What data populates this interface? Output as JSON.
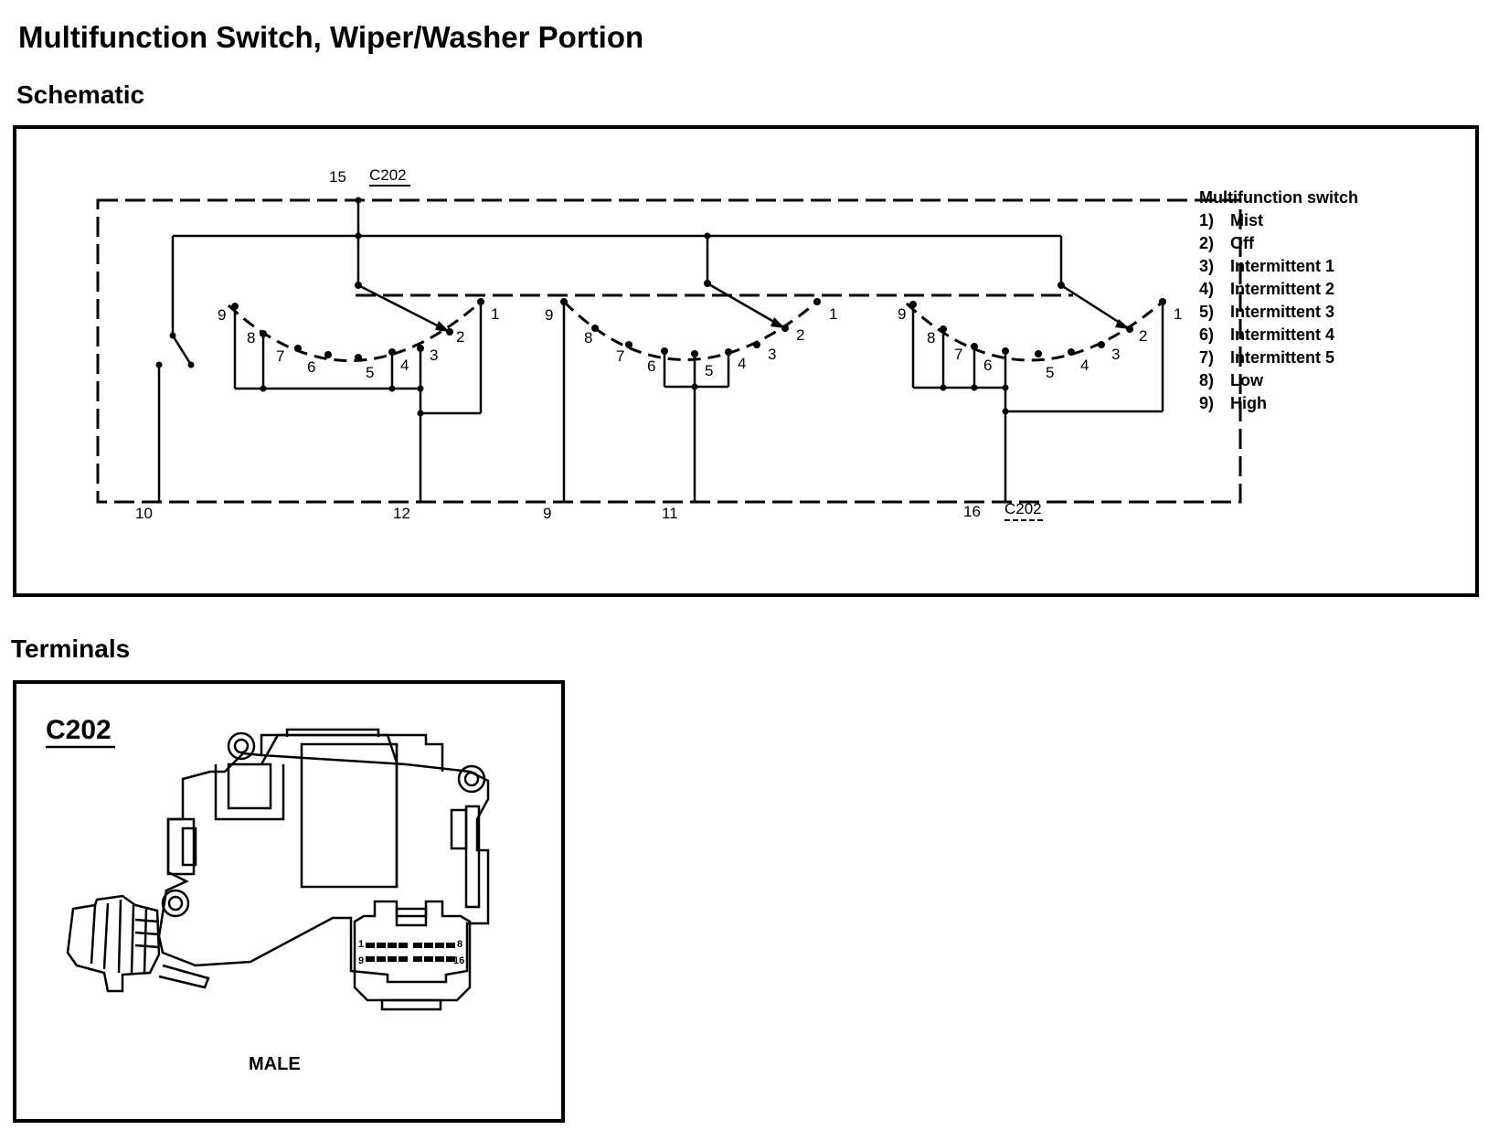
{
  "title": "Multifunction Switch, Wiper/Washer Portion",
  "sections": {
    "schematic": "Schematic",
    "terminals": "Terminals"
  },
  "schematic": {
    "connector": "C202",
    "connector_bottom": "C202",
    "top_pin": "15",
    "bottom_pins": [
      "10",
      "12",
      "9",
      "11",
      "16"
    ],
    "positions": [
      "1",
      "2",
      "3",
      "4",
      "5",
      "6",
      "7",
      "8",
      "9"
    ],
    "legend_title": "Multifunction switch",
    "legend": [
      {
        "n": "1)",
        "label": "Mist"
      },
      {
        "n": "2)",
        "label": "Off"
      },
      {
        "n": "3)",
        "label": "Intermittent 1"
      },
      {
        "n": "4)",
        "label": "Intermittent 2"
      },
      {
        "n": "5)",
        "label": "Intermittent 3"
      },
      {
        "n": "6)",
        "label": "Intermittent 4"
      },
      {
        "n": "7)",
        "label": "Intermittent 5"
      },
      {
        "n": "8)",
        "label": "Low"
      },
      {
        "n": "9)",
        "label": "High"
      }
    ]
  },
  "terminals": {
    "connector": "C202",
    "gender": "MALE",
    "cavity_numbers": {
      "top_left": "1",
      "top_right": "8",
      "bottom_left": "9",
      "bottom_right": "16"
    }
  }
}
